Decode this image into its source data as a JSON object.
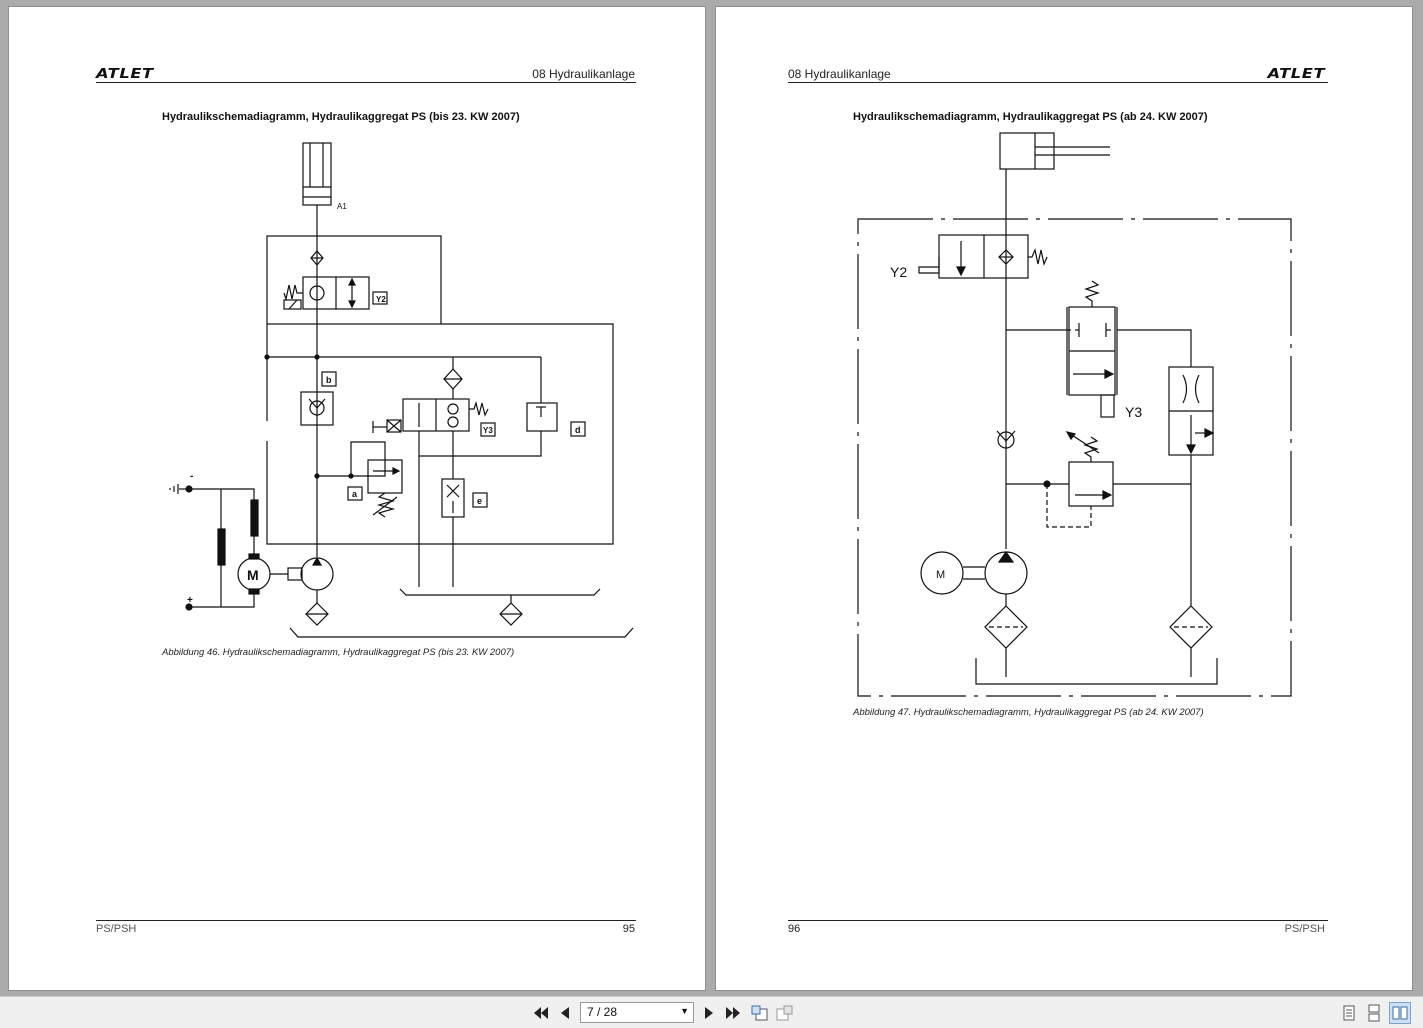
{
  "left_page": {
    "logo": "ATLET",
    "section": "08  Hydraulikanlage",
    "diagram_title": "Hydraulikschemadiagramm, Hydraulikaggregat PS (bis 23. KW 2007)",
    "labels": {
      "a1": "A1",
      "y2": "Y2",
      "y3": "Y3",
      "b": "b",
      "a": "a",
      "d": "d",
      "e": "e",
      "motor": "M",
      "minus": "-",
      "plus": "+"
    },
    "caption": "Abbildung 46. Hydraulikschemadiagramm, Hydraulikaggregat PS (bis 23. KW 2007)",
    "footer_model": "PS/PSH",
    "page_number": "95"
  },
  "right_page": {
    "logo": "ATLET",
    "section": "08  Hydraulikanlage",
    "diagram_title": "Hydraulikschemadiagramm, Hydraulikaggregat PS (ab 24. KW 2007)",
    "labels": {
      "y2": "Y2",
      "y3": "Y3",
      "motor": "M"
    },
    "caption": "Abbildung 47. Hydraulikschemadiagramm, Hydraulikaggregat PS (ab 24. KW 2007)",
    "footer_model": "PS/PSH",
    "page_number": "96"
  },
  "toolbar": {
    "page_indicator": "7 / 28",
    "icons": [
      "first-page-icon",
      "previous-page-icon",
      "next-page-icon",
      "last-page-icon",
      "back-view-icon",
      "forward-view-icon",
      "single-page-view-icon",
      "continuous-view-icon",
      "two-page-view-icon"
    ]
  }
}
